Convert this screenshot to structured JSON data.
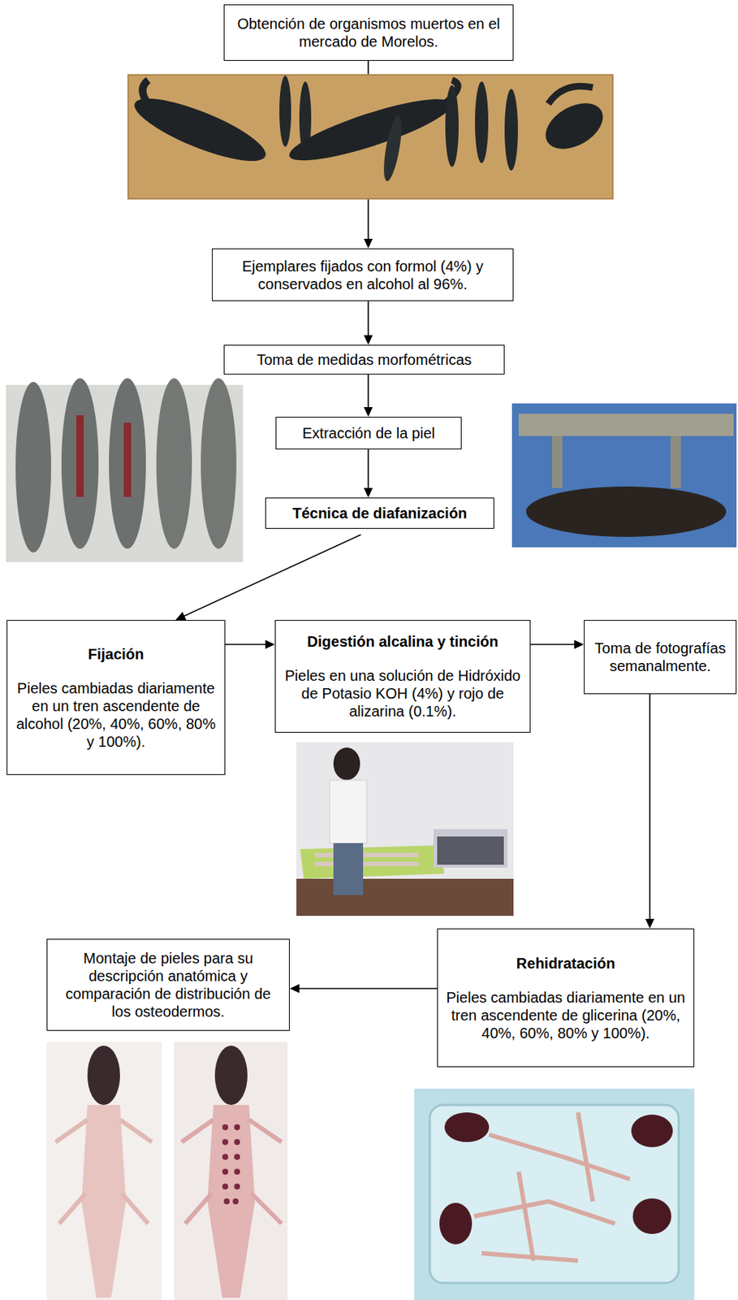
{
  "diagram": {
    "nodes": [
      {
        "text": [
          "Obtención de organismos muertos en el mercado de Morelos."
        ]
      },
      {
        "text": [
          "Ejemplares fijados con formol (4%) y conservados en alcohol al 96%."
        ]
      },
      {
        "text": [
          "Toma de medidas morfométricas"
        ]
      },
      {
        "text": [
          "Extracción de la piel"
        ]
      },
      {
        "text": [
          "Técnica de diafanización"
        ]
      },
      {
        "text": [
          "Fijación",
          "Pieles cambiadas diariamente en un tren ascendente de alcohol (20%, 40%, 60%, 80% y 100%)."
        ]
      },
      {
        "text": [
          "Digestión alcalina y tinción",
          "Pieles en una solución de Hidróxido de Potasio KOH (4%) y rojo de alizarina (0.1%)."
        ]
      },
      {
        "text": [
          "Toma de fotografías semanalmente."
        ]
      },
      {
        "text": [
          "Rehidratación",
          "Pieles cambiadas diariamente en un tren ascendente de glicerina (20%, 40%, 60%, 80% y 100%)."
        ]
      },
      {
        "text": [
          "Montaje de pieles para su descripción anatómica y comparación de distribución de los osteodermos."
        ]
      }
    ],
    "edges": [
      {
        "from": 0,
        "to": 1,
        "arrow": "to"
      },
      {
        "from": 1,
        "to": 2,
        "arrow": "to"
      },
      {
        "from": 2,
        "to": 3,
        "arrow": "to"
      },
      {
        "from": 3,
        "to": 4,
        "arrow": "to"
      },
      {
        "from": 4,
        "to": 5,
        "arrow": "to"
      },
      {
        "from": 5,
        "to": 6,
        "arrow": "to"
      },
      {
        "from": 6,
        "to": 7,
        "arrow": "to"
      },
      {
        "from": 7,
        "to": 8,
        "arrow": "to"
      },
      {
        "from": 8,
        "to": 9,
        "arrow": "to"
      }
    ]
  }
}
